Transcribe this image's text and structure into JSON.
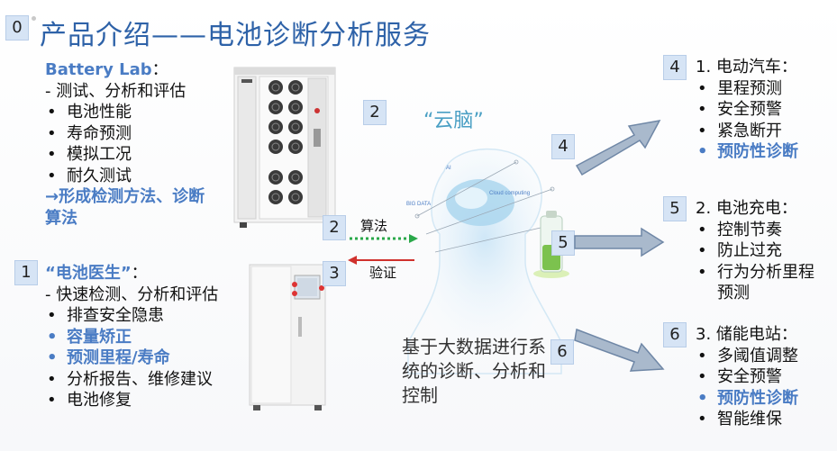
{
  "title": "产品介绍——电池诊断分析服务",
  "badges": {
    "b0": "0",
    "b1": "1",
    "b2a": "2",
    "b2b": "2",
    "b3": "3",
    "b4a": "4",
    "b4b": "4",
    "b5a": "5",
    "b5b": "5",
    "b6a": "6",
    "b6b": "6"
  },
  "battery_lab": {
    "heading": "Battery Lab",
    "colon": "：",
    "intro": "- 测试、分析和评估",
    "items": [
      "电池性能",
      "寿命预测",
      "模拟工况",
      "耐久测试"
    ],
    "result": "→形成检测方法、诊断算法"
  },
  "battery_doctor": {
    "heading": "“电池医生”",
    "colon": "：",
    "intro": "- 快速检测、分析和评估",
    "items": [
      "排查安全隐患",
      "容量矫正",
      "预测里程/寿命",
      "分析报告、维修建议",
      "电池修复"
    ],
    "highlighted": [
      1,
      2
    ]
  },
  "cloud_label": "“云脑”",
  "arrow_labels": {
    "algorithm": "算法",
    "verify": "验证"
  },
  "caption": "基于大数据进行系统的诊断、分析和控制",
  "right": [
    {
      "heading": "1. 电动汽车：",
      "items": [
        "里程预测",
        "安全预警",
        "紧急断开",
        "预防性诊断"
      ],
      "highlighted": [
        3
      ]
    },
    {
      "heading": "2. 电池充电：",
      "items": [
        "控制节奏",
        "防止过充",
        "行为分析里程预测"
      ],
      "highlighted": []
    },
    {
      "heading": "3. 储能电站：",
      "items": [
        "多阈值调整",
        "安全预警",
        "预防性诊断",
        "智能维保"
      ],
      "highlighted": [
        2
      ]
    }
  ],
  "colors": {
    "title": "#2e62a8",
    "highlight": "#4a7cc4",
    "badge": "#d6e4f5",
    "arrow": "#a9b9cc",
    "green_arrow": "#2aa84a",
    "red_arrow": "#d0312d"
  },
  "icons": [
    "test-cabinet-image",
    "doctor-cabinet-image",
    "cloud-brain-image",
    "battery-cell-image"
  ],
  "hud_words": [
    "BIG DATA",
    "Cloud computing",
    "AI"
  ]
}
